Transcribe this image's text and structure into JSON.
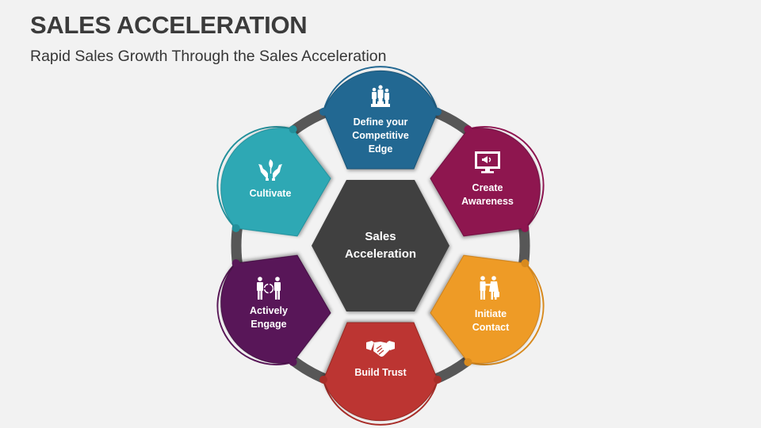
{
  "header": {
    "title": "SALES ACCELERATION",
    "subtitle": "Rapid Sales Growth Through the Sales Acceleration"
  },
  "diagram": {
    "center": {
      "lines": [
        "Sales",
        "Acceleration"
      ],
      "color": "#404040"
    },
    "ring_color": "#575757",
    "background": "#f2f2f2",
    "steps": [
      {
        "id": "define-competitive-edge",
        "lines": [
          "Define your",
          "Competitive",
          "Edge"
        ],
        "icon": "podium-people-icon",
        "color": "#236892",
        "position": "top"
      },
      {
        "id": "create-awareness",
        "lines": [
          "Create",
          "Awareness"
        ],
        "icon": "monitor-megaphone-icon",
        "color": "#8E1550",
        "position": "upper-right"
      },
      {
        "id": "initiate-contact",
        "lines": [
          "Initiate",
          "Contact"
        ],
        "icon": "handshake-people-icon",
        "color": "#EE9B27",
        "position": "lower-right"
      },
      {
        "id": "build-trust",
        "lines": [
          "Build Trust"
        ],
        "icon": "handshake-icon",
        "color": "#BC3630",
        "position": "bottom"
      },
      {
        "id": "actively-engage",
        "lines": [
          "Actively",
          "Engage"
        ],
        "icon": "two-people-cycle-icon",
        "color": "#591858",
        "position": "lower-left"
      },
      {
        "id": "cultivate",
        "lines": [
          "Cultivate"
        ],
        "icon": "hands-plant-icon",
        "color": "#2DA8B4",
        "position": "upper-left"
      }
    ]
  }
}
